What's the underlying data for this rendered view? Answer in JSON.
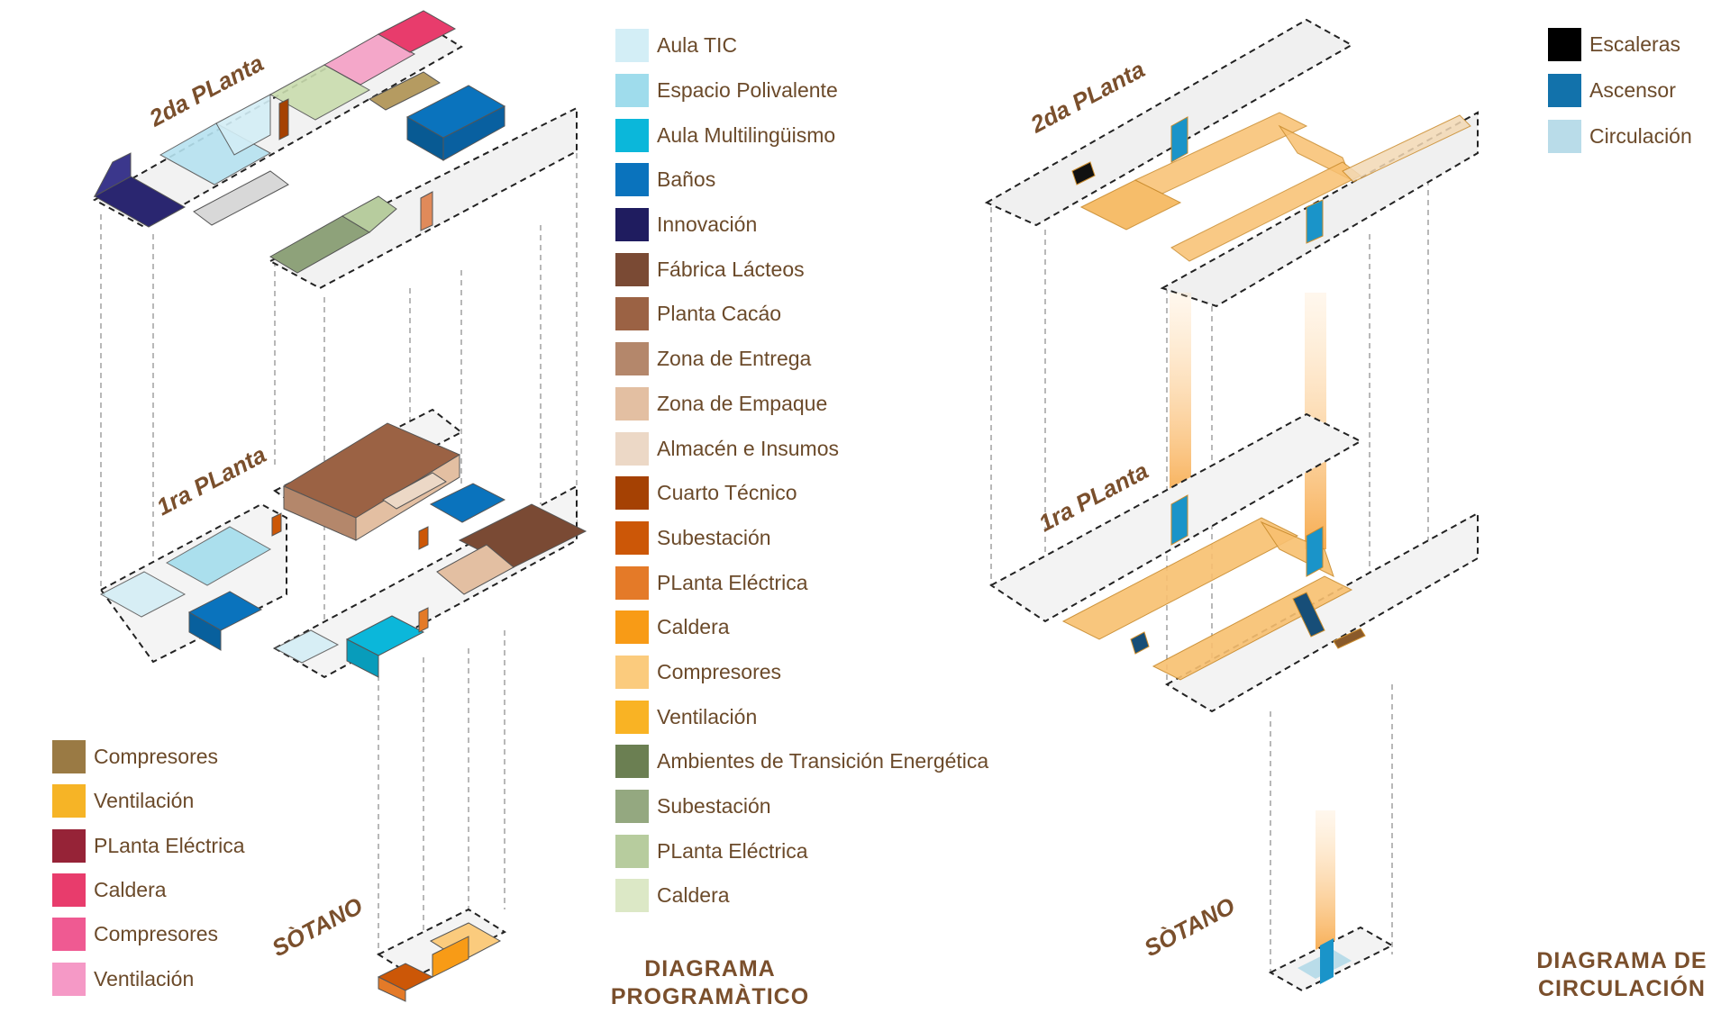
{
  "floor_labels": {
    "second": "2da PLanta",
    "first": "1ra PLanta",
    "basement": "SÒTANO"
  },
  "programmatic_legend": [
    {
      "label": "Aula TIC",
      "color": "#d3eef6"
    },
    {
      "label": "Espacio Polivalente",
      "color": "#9fdcec"
    },
    {
      "label": "Aula Multilingüismo",
      "color": "#0bb7da"
    },
    {
      "label": "Baños",
      "color": "#0a73bd"
    },
    {
      "label": "Innovación",
      "color": "#1f1c5f"
    },
    {
      "label": "Fábrica Lácteos",
      "color": "#7a4a34"
    },
    {
      "label": "Planta Cacáo",
      "color": "#9b6244"
    },
    {
      "label": "Zona de Entrega",
      "color": "#b4876b"
    },
    {
      "label": "Zona de Empaque",
      "color": "#e3bfa2"
    },
    {
      "label": "Almacén e Insumos",
      "color": "#ecd8c6"
    },
    {
      "label": "Cuarto Técnico",
      "color": "#a54103"
    },
    {
      "label": "Subestación",
      "color": "#cc5707"
    },
    {
      "label": "PLanta Eléctrica",
      "color": "#e47a28"
    },
    {
      "label": "Caldera",
      "color": "#f89b16"
    },
    {
      "label": "Compresores",
      "color": "#fbcb7d"
    },
    {
      "label": "Ventilación",
      "color": "#f9b324"
    },
    {
      "label": "Ambientes de Transición Energética",
      "color": "#6b7f52"
    },
    {
      "label": "Subestación",
      "color": "#94a880"
    },
    {
      "label": "PLanta Eléctrica",
      "color": "#b7cc9e"
    },
    {
      "label": "Caldera",
      "color": "#dce8c6"
    }
  ],
  "basement_legend": [
    {
      "label": "Compresores",
      "color": "#9a7a44"
    },
    {
      "label": "Ventilación",
      "color": "#f6b426"
    },
    {
      "label": "PLanta Eléctrica",
      "color": "#962337"
    },
    {
      "label": "Caldera",
      "color": "#e83c6c"
    },
    {
      "label": "Compresores",
      "color": "#ef5a92"
    },
    {
      "label": "Ventilación",
      "color": "#f599c6"
    }
  ],
  "circulation_legend": [
    {
      "label": "Escaleras",
      "color": "#000000"
    },
    {
      "label": "Ascensor",
      "color": "#1272ab"
    },
    {
      "label": "Circulación",
      "color": "#b9dce9"
    }
  ],
  "titles": {
    "programmatic_line1": "DIAGRAMA",
    "programmatic_line2": "PROGRAMÀTICO",
    "circulation_line1": "DIAGRAMA DE",
    "circulation_line2": "CIRCULACIÓN"
  }
}
